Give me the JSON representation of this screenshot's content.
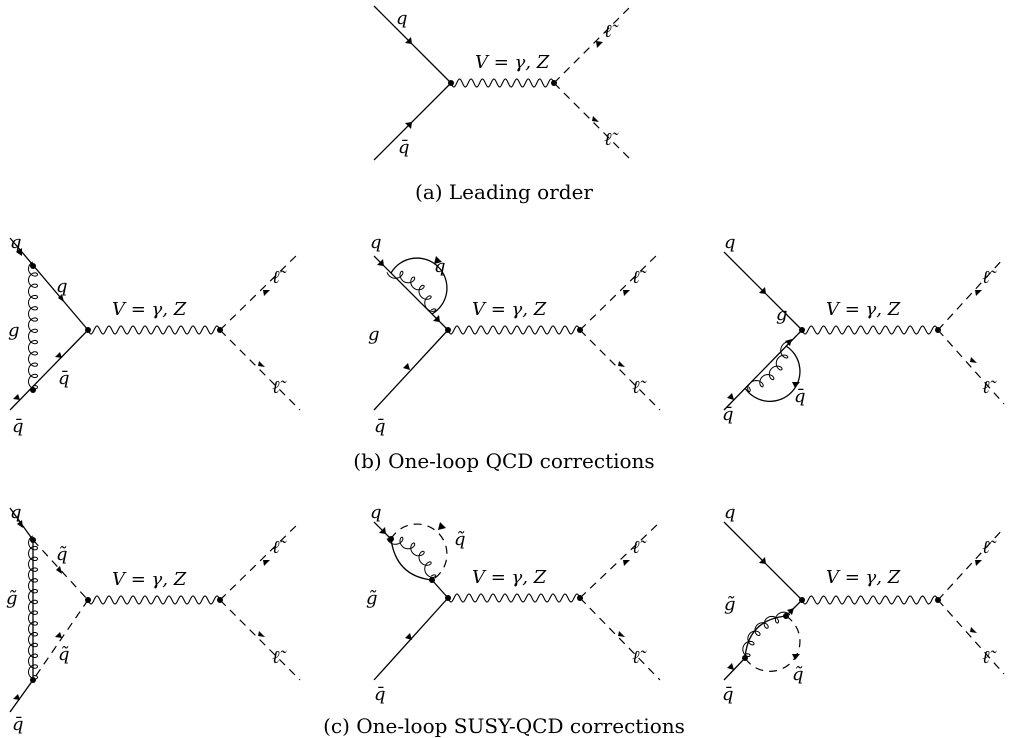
{
  "captions": {
    "a": "(a) Leading order",
    "b": "(b) One-loop QCD corrections",
    "c": "(c) One-loop SUSY-QCD corrections"
  },
  "labels": {
    "q": "q",
    "qbar": "q̄",
    "g": "g",
    "gluino": "g̃",
    "squark": "q̃",
    "squark_bar": "q̃",
    "slepton": "ℓ̃",
    "boson": "V = γ, Z"
  }
}
